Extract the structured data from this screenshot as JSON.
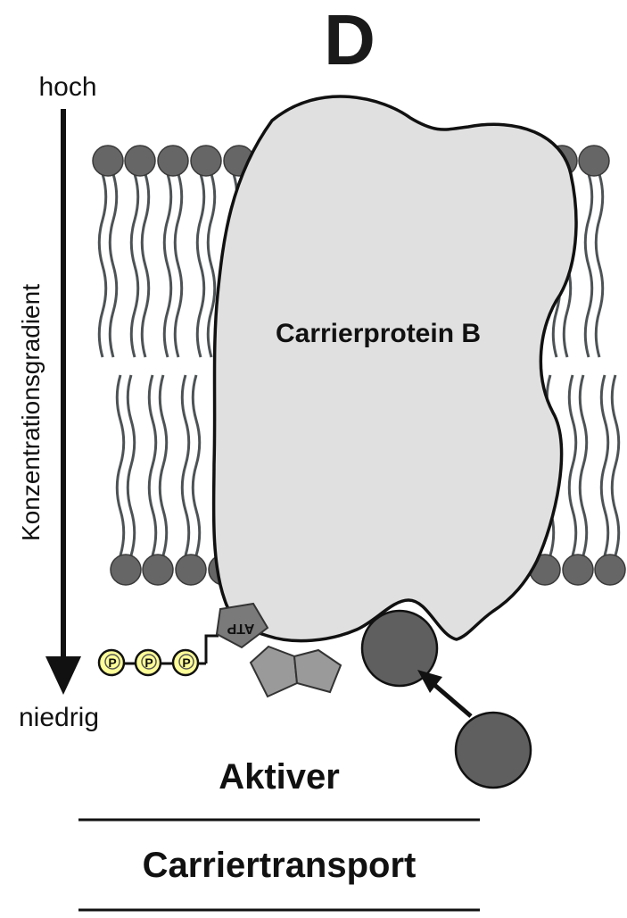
{
  "panel_letter": "D",
  "gradient": {
    "high_label": "hoch",
    "low_label": "niedrig",
    "axis_label": "Konzentrationsgradient"
  },
  "protein_label": "Carrierprotein B",
  "atp_label": "ATP",
  "phosphate_label": "P",
  "caption": {
    "line1": "Aktiver",
    "line2": "Carriertransport"
  },
  "colors": {
    "membrane_head": "#666666",
    "membrane_tail": "#4d5355",
    "protein_fill": "#e0e0e0",
    "phosphate_fill": "#ffff99",
    "atp_fill": "#7a7a7a",
    "adenosine_fill": "#9a9a9a",
    "substrate_fill": "#5f5f5f"
  }
}
